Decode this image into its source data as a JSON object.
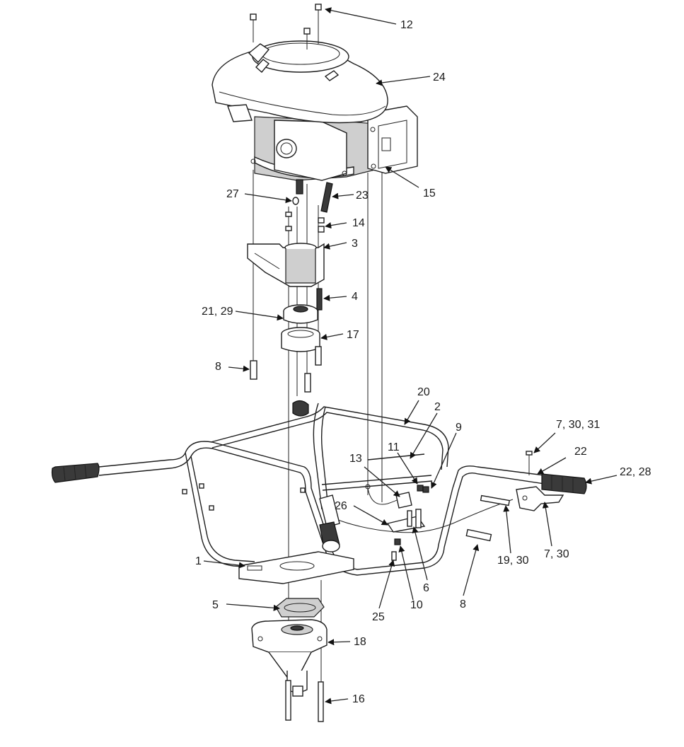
{
  "diagram": {
    "callouts": [
      {
        "id": "c12",
        "label": "12"
      },
      {
        "id": "c24",
        "label": "24"
      },
      {
        "id": "c15",
        "label": "15"
      },
      {
        "id": "c27",
        "label": "27"
      },
      {
        "id": "c23",
        "label": "23"
      },
      {
        "id": "c14",
        "label": "14"
      },
      {
        "id": "c3",
        "label": "3"
      },
      {
        "id": "c4",
        "label": "4"
      },
      {
        "id": "c21_29",
        "label": "21, 29"
      },
      {
        "id": "c17",
        "label": "17"
      },
      {
        "id": "c8a",
        "label": "8"
      },
      {
        "id": "c20",
        "label": "20"
      },
      {
        "id": "c2",
        "label": "2"
      },
      {
        "id": "c9",
        "label": "9"
      },
      {
        "id": "c7_30_31",
        "label": "7, 30, 31"
      },
      {
        "id": "c11",
        "label": "11"
      },
      {
        "id": "c13",
        "label": "13"
      },
      {
        "id": "c22",
        "label": "22"
      },
      {
        "id": "c22_28",
        "label": "22, 28"
      },
      {
        "id": "c26",
        "label": "26"
      },
      {
        "id": "c1",
        "label": "1"
      },
      {
        "id": "c19_30",
        "label": "19, 30"
      },
      {
        "id": "c7_30",
        "label": "7, 30"
      },
      {
        "id": "c6",
        "label": "6"
      },
      {
        "id": "c5",
        "label": "5"
      },
      {
        "id": "c8b",
        "label": "8"
      },
      {
        "id": "c10",
        "label": "10"
      },
      {
        "id": "c25",
        "label": "25"
      },
      {
        "id": "c18",
        "label": "18"
      },
      {
        "id": "c16",
        "label": "16"
      }
    ]
  }
}
